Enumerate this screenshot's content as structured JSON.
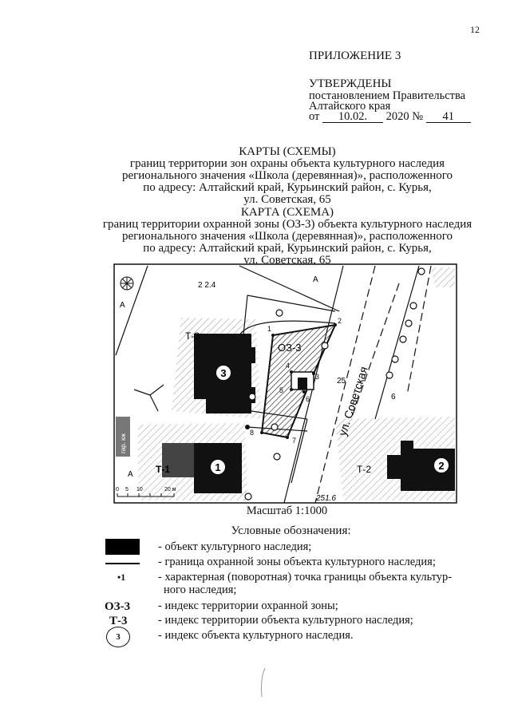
{
  "page_number": "12",
  "header": {
    "appendix": "ПРИЛОЖЕНИЕ 3",
    "approved": "УТВЕРЖДЕНЫ",
    "decree_line1": "постановлением Правительства",
    "decree_line2": "Алтайского края",
    "from_label": "от",
    "date": "10.02.",
    "year": "2020",
    "number_sign": "№",
    "number": "41"
  },
  "title1": {
    "heading": "КАРТЫ (СХЕМЫ)",
    "lines": [
      "границ территории зон охраны объекта культурного наследия",
      "регионального значения «Школа (деревянная)», расположенного",
      "по адресу: Алтайский край, Курьинский район, с. Курья,",
      "ул. Советская, 65"
    ]
  },
  "title2": {
    "heading": "КАРТА (СХЕМА)",
    "lines": [
      "границ территории охранной зоны (ОЗ-3) объекта культурного наследия",
      "регионального значения «Школа (деревянная)», расположенного",
      "по адресу: Алтайский край, Курьинский район, с. Курья,",
      "ул. Советская, 65"
    ]
  },
  "map": {
    "labels": {
      "t3": "Т-3",
      "t1": "Т-1",
      "t2": "Т-2",
      "oz3": "ОЗ-3",
      "obj1": "1",
      "obj2": "2",
      "obj3": "3",
      "street": "ул. Советская",
      "garage": "гар. кж",
      "a": "А",
      "elev1": "2 2.4",
      "elev2": "251.6",
      "elev3": "25",
      "six": "6",
      "points": [
        "1",
        "2",
        "3",
        "4",
        "5",
        "6",
        "7",
        "8"
      ],
      "scale_ticks": [
        "0",
        "5",
        "10",
        "20 м"
      ]
    }
  },
  "scale": "Масштаб 1:1000",
  "legend": {
    "title": "Условные обозначения:",
    "items": [
      {
        "symbol": "",
        "text": "- объект культурного наследия;"
      },
      {
        "symbol": "",
        "text": "- граница охранной зоны объекта культурного наследия;"
      },
      {
        "symbol": "•1",
        "text": "- характерная (поворотная)  точка  границы  объекта культур-",
        "text2": "ного наследия;"
      },
      {
        "symbol": "ОЗ-3",
        "text": "- индекс территории охранной зоны;"
      },
      {
        "symbol": "Т-3",
        "text": "- индекс  территории  объекта  культурного  наследия;"
      },
      {
        "symbol": "3",
        "text": "- индекс объекта культурного наследия."
      }
    ]
  }
}
